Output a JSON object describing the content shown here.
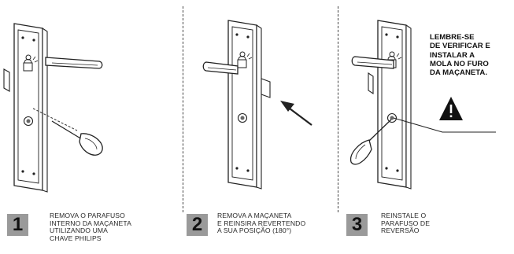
{
  "note": "LEMBRE-SE\nDE VERIFICAR E\nINSTALAR A\nMOLA NO FURO\nDA MAÇANETA.",
  "steps": [
    {
      "number": "1",
      "caption": "REMOVA O PARAFUSO\nINTERNO DA MAÇANETA\nUTILIZANDO UMA\nCHAVE PHILIPS"
    },
    {
      "number": "2",
      "caption": "REMOVA A MAÇANETA\nE REINSIRA REVERTENDO\nA SUA POSIÇÃO (180°)"
    },
    {
      "number": "3",
      "caption": "REINSTALE O\nPARAFUSO DE\nREVERSÃO"
    }
  ],
  "icons": {
    "warning": "warning-triangle-icon",
    "arrow": "insert-arrow-icon",
    "screwdriver": "screwdriver-icon"
  }
}
